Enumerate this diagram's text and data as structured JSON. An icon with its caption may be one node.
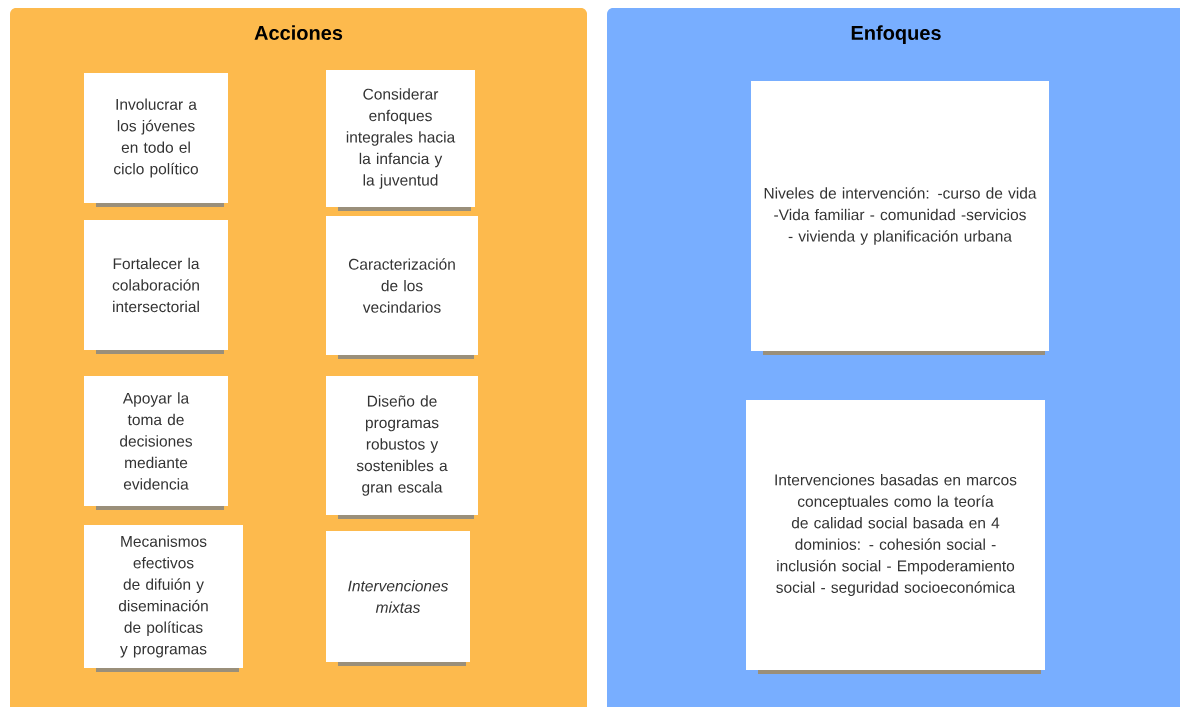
{
  "diagram": {
    "nodes": [
      {
        "text": [
          "Acciones"
        ]
      },
      {
        "text": [
          "Involucrar a los jóvenes en todo el ciclo político"
        ],
        "in": 0
      },
      {
        "text": [
          "Considerar enfoques integrales hacia la infancia y la juventud"
        ],
        "in": 0
      },
      {
        "text": [
          "Fortalecer la colaboración intersectorial"
        ],
        "in": 0
      },
      {
        "text": [
          "Caracterización de los vecindarios"
        ],
        "in": 0
      },
      {
        "text": [
          "Apoyar la toma de decisiones mediante evidencia"
        ],
        "in": 0
      },
      {
        "text": [
          "Diseño de programas robustos y sostenibles  a gran escala"
        ],
        "in": 0
      },
      {
        "text": [
          "Mecanismos efectivos de difuión y diseminación de políticas y programas"
        ],
        "in": 0
      },
      {
        "text": [
          "Intervenciones mixtas"
        ],
        "in": 0
      },
      {
        "text": [
          "Enfoques"
        ]
      },
      {
        "text": [
          "Niveles de intervención: -curso de vida -Vida familiar - comunidad -servicios - vivienda y planificación urbana"
        ],
        "in": 9
      },
      {
        "text": [
          "Intervenciones basadas en marcos conceptuales como la teoría de calidad social basada en 4 dominios: - cohesión social - inclusión social - Empoderamiento social - seguridad socioeconómica"
        ],
        "in": 9
      }
    ]
  }
}
